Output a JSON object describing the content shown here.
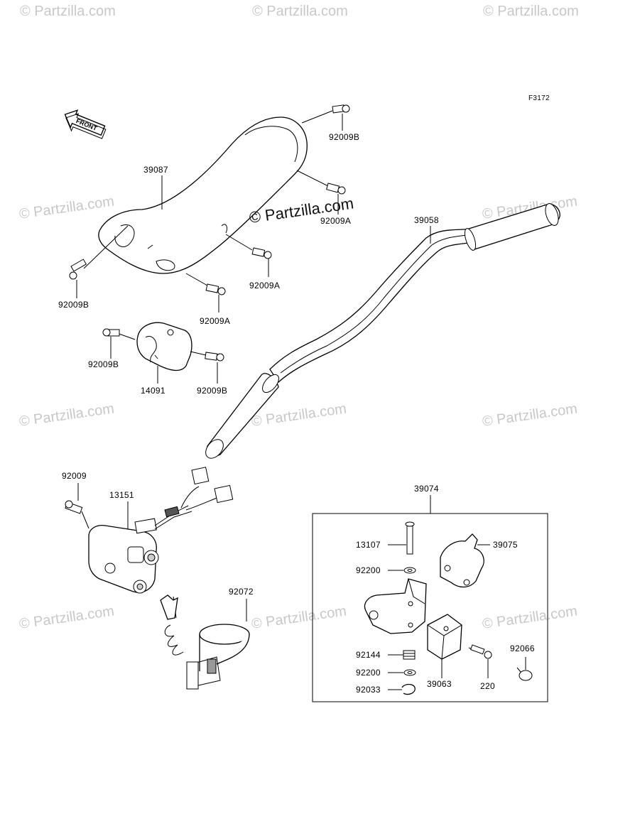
{
  "figure_code": "F3172",
  "front_label": "FRONT",
  "watermark_text": "© Partzilla.com",
  "watermark_main": "© Partzilla.com",
  "labels": {
    "p39087": "39087",
    "p92009B_top": "92009B",
    "p92009A_top": "92009A",
    "p92009B_left": "92009B",
    "p92009A_mid": "92009A",
    "p92009A_low": "92009A",
    "p39058": "39058",
    "p92009B_a": "92009B",
    "p14091": "14091",
    "p92009B_b": "92009B",
    "p92009": "92009",
    "p13151": "13151",
    "p92072": "92072",
    "p39074": "39074",
    "p13107": "13107",
    "p39075": "39075",
    "p92200_a": "92200",
    "p92144": "92144",
    "p92200_b": "92200",
    "p92033": "92033",
    "p39063": "39063",
    "p220": "220",
    "p92066": "92066"
  }
}
